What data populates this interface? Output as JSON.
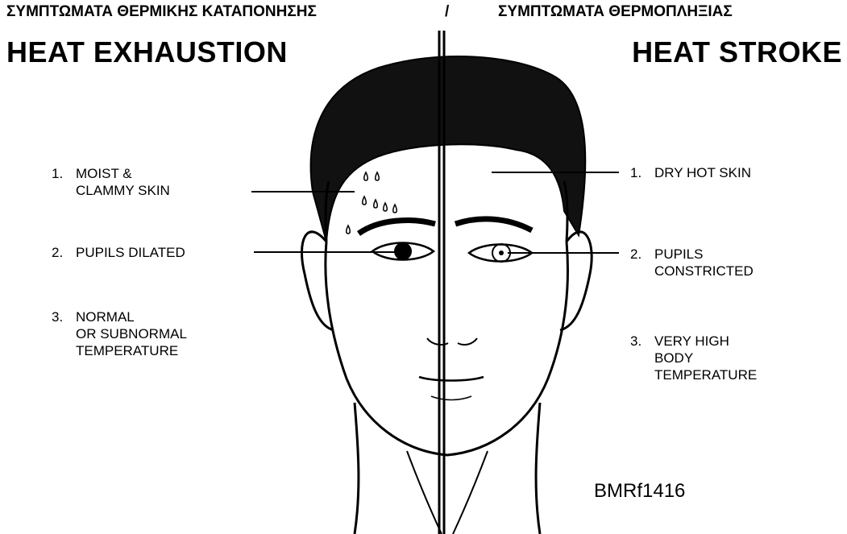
{
  "titles": {
    "left_greek": "ΣΥΜΠΤΩΜΑΤΑ ΘΕΡΜΙΚΗΣ ΚΑΤΑΠΟΝΗΣΗΣ",
    "separator": "/",
    "right_greek": "ΣΥΜΠΤΩΜΑΤΑ ΘΕΡΜΟΠΛΗΞΙΑΣ",
    "left_english": "HEAT EXHAUSTION",
    "right_english": "HEAT STROKE"
  },
  "left_symptoms": [
    {
      "number": "1.",
      "lines": [
        "MOIST &",
        "CLAMMY SKIN"
      ]
    },
    {
      "number": "2.",
      "lines": [
        "PUPILS DILATED"
      ]
    },
    {
      "number": "3.",
      "lines": [
        "NORMAL",
        "OR SUBNORMAL",
        "TEMPERATURE"
      ]
    }
  ],
  "right_symptoms": [
    {
      "number": "1.",
      "lines": [
        "DRY HOT SKIN"
      ]
    },
    {
      "number": "2.",
      "lines": [
        "PUPILS",
        "CONSTRICTED"
      ]
    },
    {
      "number": "3.",
      "lines": [
        "VERY HIGH",
        "BODY",
        "TEMPERATURE"
      ]
    }
  ],
  "figure_code": "BMRf1416"
}
